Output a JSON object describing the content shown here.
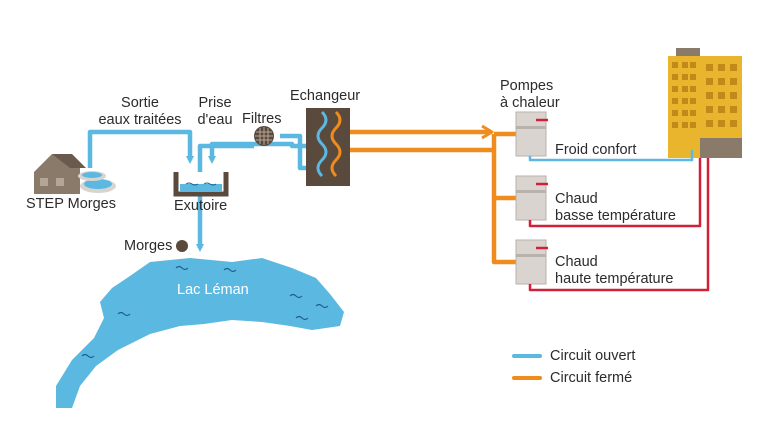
{
  "colors": {
    "open_circuit": "#5bb8e0",
    "closed_circuit": "#f08c1e",
    "heat_line": "#d0203a",
    "lake": "#5bb8e0",
    "building_main": "#e9b52c",
    "building_back": "#8a7a6a",
    "exchanger": "#5a4a3e",
    "pump": "#d9d4cf"
  },
  "labels": {
    "step": "STEP Morges",
    "sortie_line1": "Sortie",
    "sortie_line2": "eaux traitées",
    "prise_line1": "Prise",
    "prise_line2": "d'eau",
    "filtres": "Filtres",
    "echangeur": "Echangeur",
    "exutoire": "Exutoire",
    "morges": "Morges",
    "lac": "Lac Léman",
    "pompes_line1": "Pompes",
    "pompes_line2": "à chaleur",
    "froid": "Froid confort",
    "chaud_basse_line1": "Chaud",
    "chaud_basse_line2": "basse température",
    "chaud_haute_line1": "Chaud",
    "chaud_haute_line2": "haute température"
  },
  "legend": [
    {
      "label": "Circuit ouvert",
      "color": "#5bb8e0"
    },
    {
      "label": "Circuit fermé",
      "color": "#f08c1e"
    }
  ],
  "icons": [
    "house-icon",
    "treatment-basin-icon",
    "filter-icon",
    "heat-exchanger-icon",
    "heat-pump-icon",
    "building-icon",
    "lake-map",
    "town-dot-icon",
    "arrow-icon"
  ]
}
